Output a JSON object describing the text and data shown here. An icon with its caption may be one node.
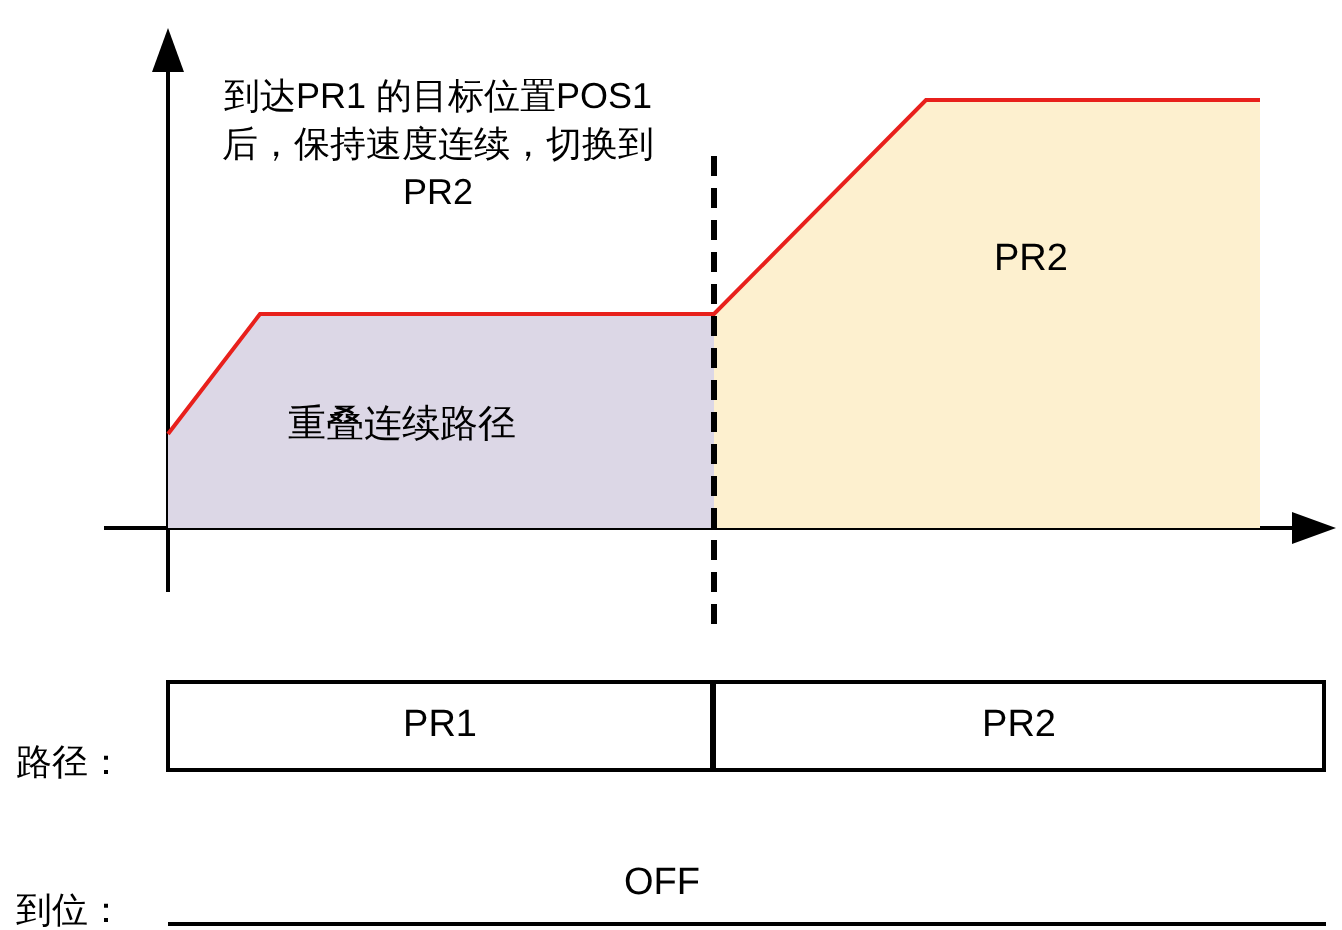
{
  "diagram": {
    "nodes": [
      {
        "text": [
          "重叠连续路径"
        ]
      },
      {
        "text": [
          "PR2"
        ]
      },
      {
        "text": [
          "PR1"
        ]
      },
      {
        "text": [
          "PR2"
        ]
      }
    ],
    "labels": [
      "到达PR1 的目标位置POS1后，保持速度连续，切换到PR2",
      "路径：",
      "到位：",
      "OFF"
    ]
  }
}
